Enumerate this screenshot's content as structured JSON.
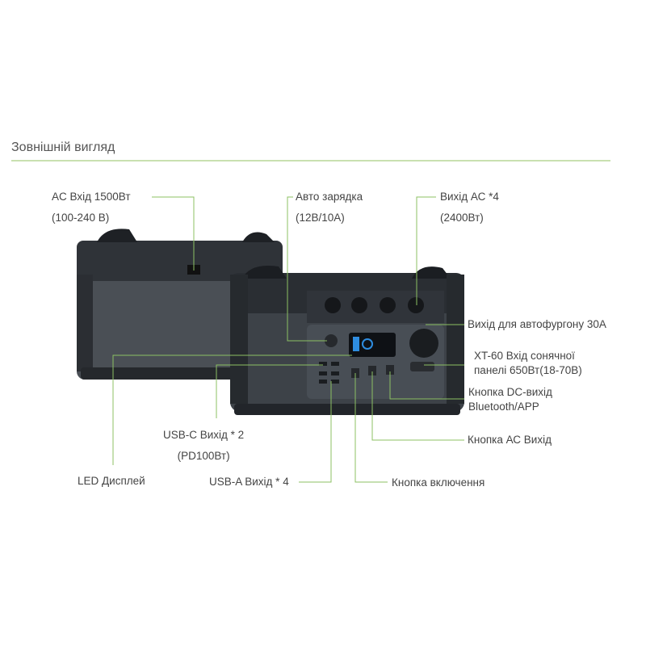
{
  "section_title": "Зовнішній вигляд",
  "accent_color": "#8cc063",
  "callouts": {
    "ac_input": {
      "line1": "AC Вхід 1500Вт",
      "line2": "(100-240 В)"
    },
    "car_charging": {
      "line1": "Авто зарядка",
      "line2": "(12В/10А)"
    },
    "ac_output": {
      "line1": "Вихід АС *4",
      "line2": "(2400Вт)"
    },
    "rv_output": {
      "line1": "Вихід для автофургону 30А"
    },
    "xt60_input": {
      "line1": "XT-60 Вхід сонячної",
      "line2": "панелі 650Вт(18-70В)"
    },
    "dc_button": {
      "line1": "Кнопка DC-вихід",
      "line2": "Bluetooth/APP"
    },
    "ac_button": {
      "line1": "Кнопка АС Вихід"
    },
    "power_button": {
      "line1": "Кнопка включення"
    },
    "usb_a": {
      "line1": "USB-A Вихід * 4"
    },
    "usb_c": {
      "line1": "USB-C Вихід * 2",
      "line2": "(PD100Вт)"
    },
    "led_display": {
      "line1": "LED Дисплей"
    }
  }
}
